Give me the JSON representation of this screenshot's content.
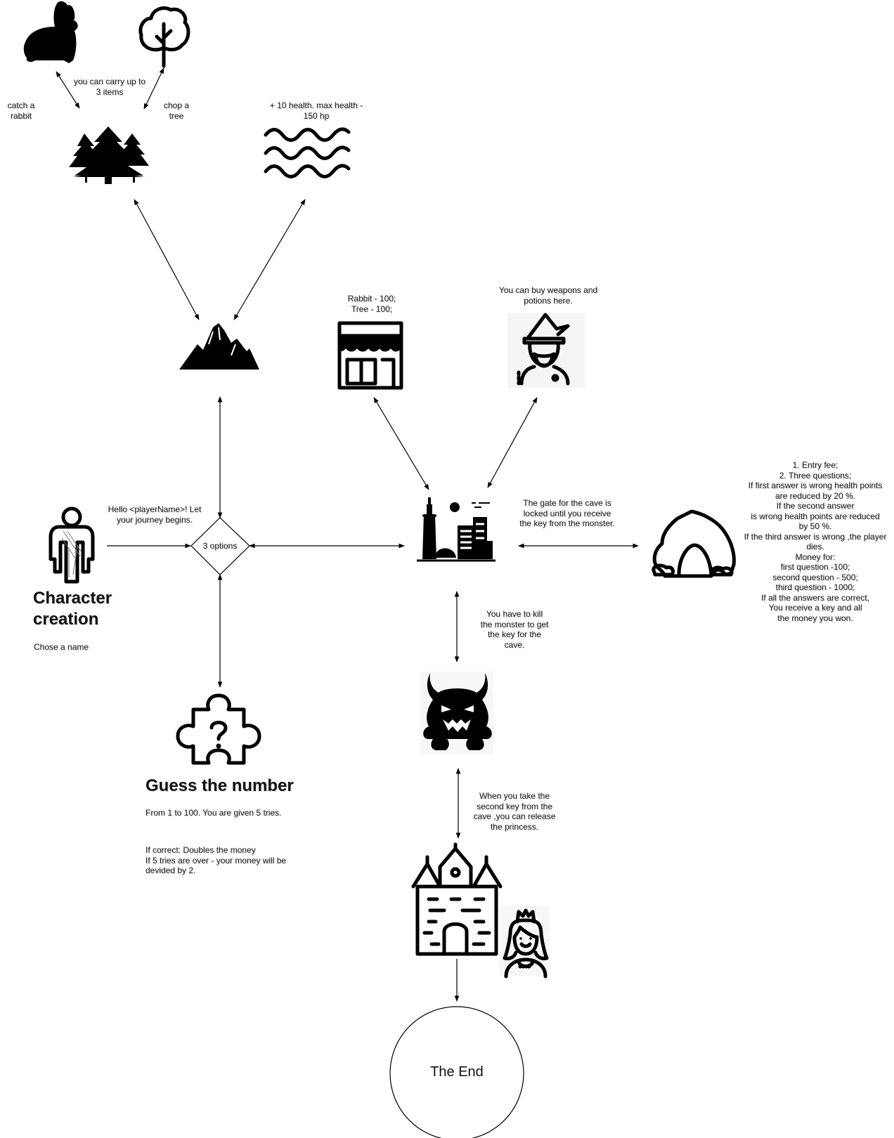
{
  "labels": {
    "catch_rabbit": "catch a\nrabbit",
    "carry_limit": "you can carry up to\n3 items",
    "chop_tree": "chop a\ntree",
    "health_bonus": "+ 10 health. max health -\n150 hp",
    "shop_prices": "Rabbit - 100;\nTree - 100;",
    "wizard_info": "You can buy weapons and\npotions here.",
    "greeting": "Hello <playerName>! Let\nyour journey begins.",
    "three_options": "3 options",
    "cave_gate": "The gate for the cave is\nlocked until you receive\nthe key from the monster.",
    "cave_rules": "1. Entry fee;\n2. Three questions;\nIf first answer is wrong health points\nare reduced by 20 %.\nIf the second answer\nis wrong health points are reduced\nby 50 %.\nIf the third answer is wrong ,the player\ndies.\nMoney for:\nfirst question -100;\nsecond question - 500;\nthird question - 1000;\nIf all the answers are correct,\nYou receive a key and all\nthe money you won.",
    "monster_info": "You have to kill\nthe monster to get\nthe key for the\ncave.",
    "princess_info": "When you take the\nsecond key from the\ncave ,you can release\nthe princess.",
    "character_title": "Character\ncreation",
    "character_sub": "Chose a name",
    "guess_title": "Guess the number",
    "guess_sub": "From 1 to 100. You are given 5 tries.",
    "guess_rules": "If correct: Doubles the money\nIf 5 tries are over - your money will be\ndevided by 2.",
    "end": "The End"
  },
  "icons": [
    "rabbit-icon",
    "tree-icon",
    "forest-icon",
    "water-waves-icon",
    "mountains-icon",
    "shop-icon",
    "wizard-icon",
    "person-icon",
    "city-icon",
    "cave-icon",
    "puzzle-icon",
    "monster-icon",
    "castle-icon",
    "princess-icon"
  ],
  "colors": {
    "stroke": "#000000",
    "background": "#ffffff"
  }
}
